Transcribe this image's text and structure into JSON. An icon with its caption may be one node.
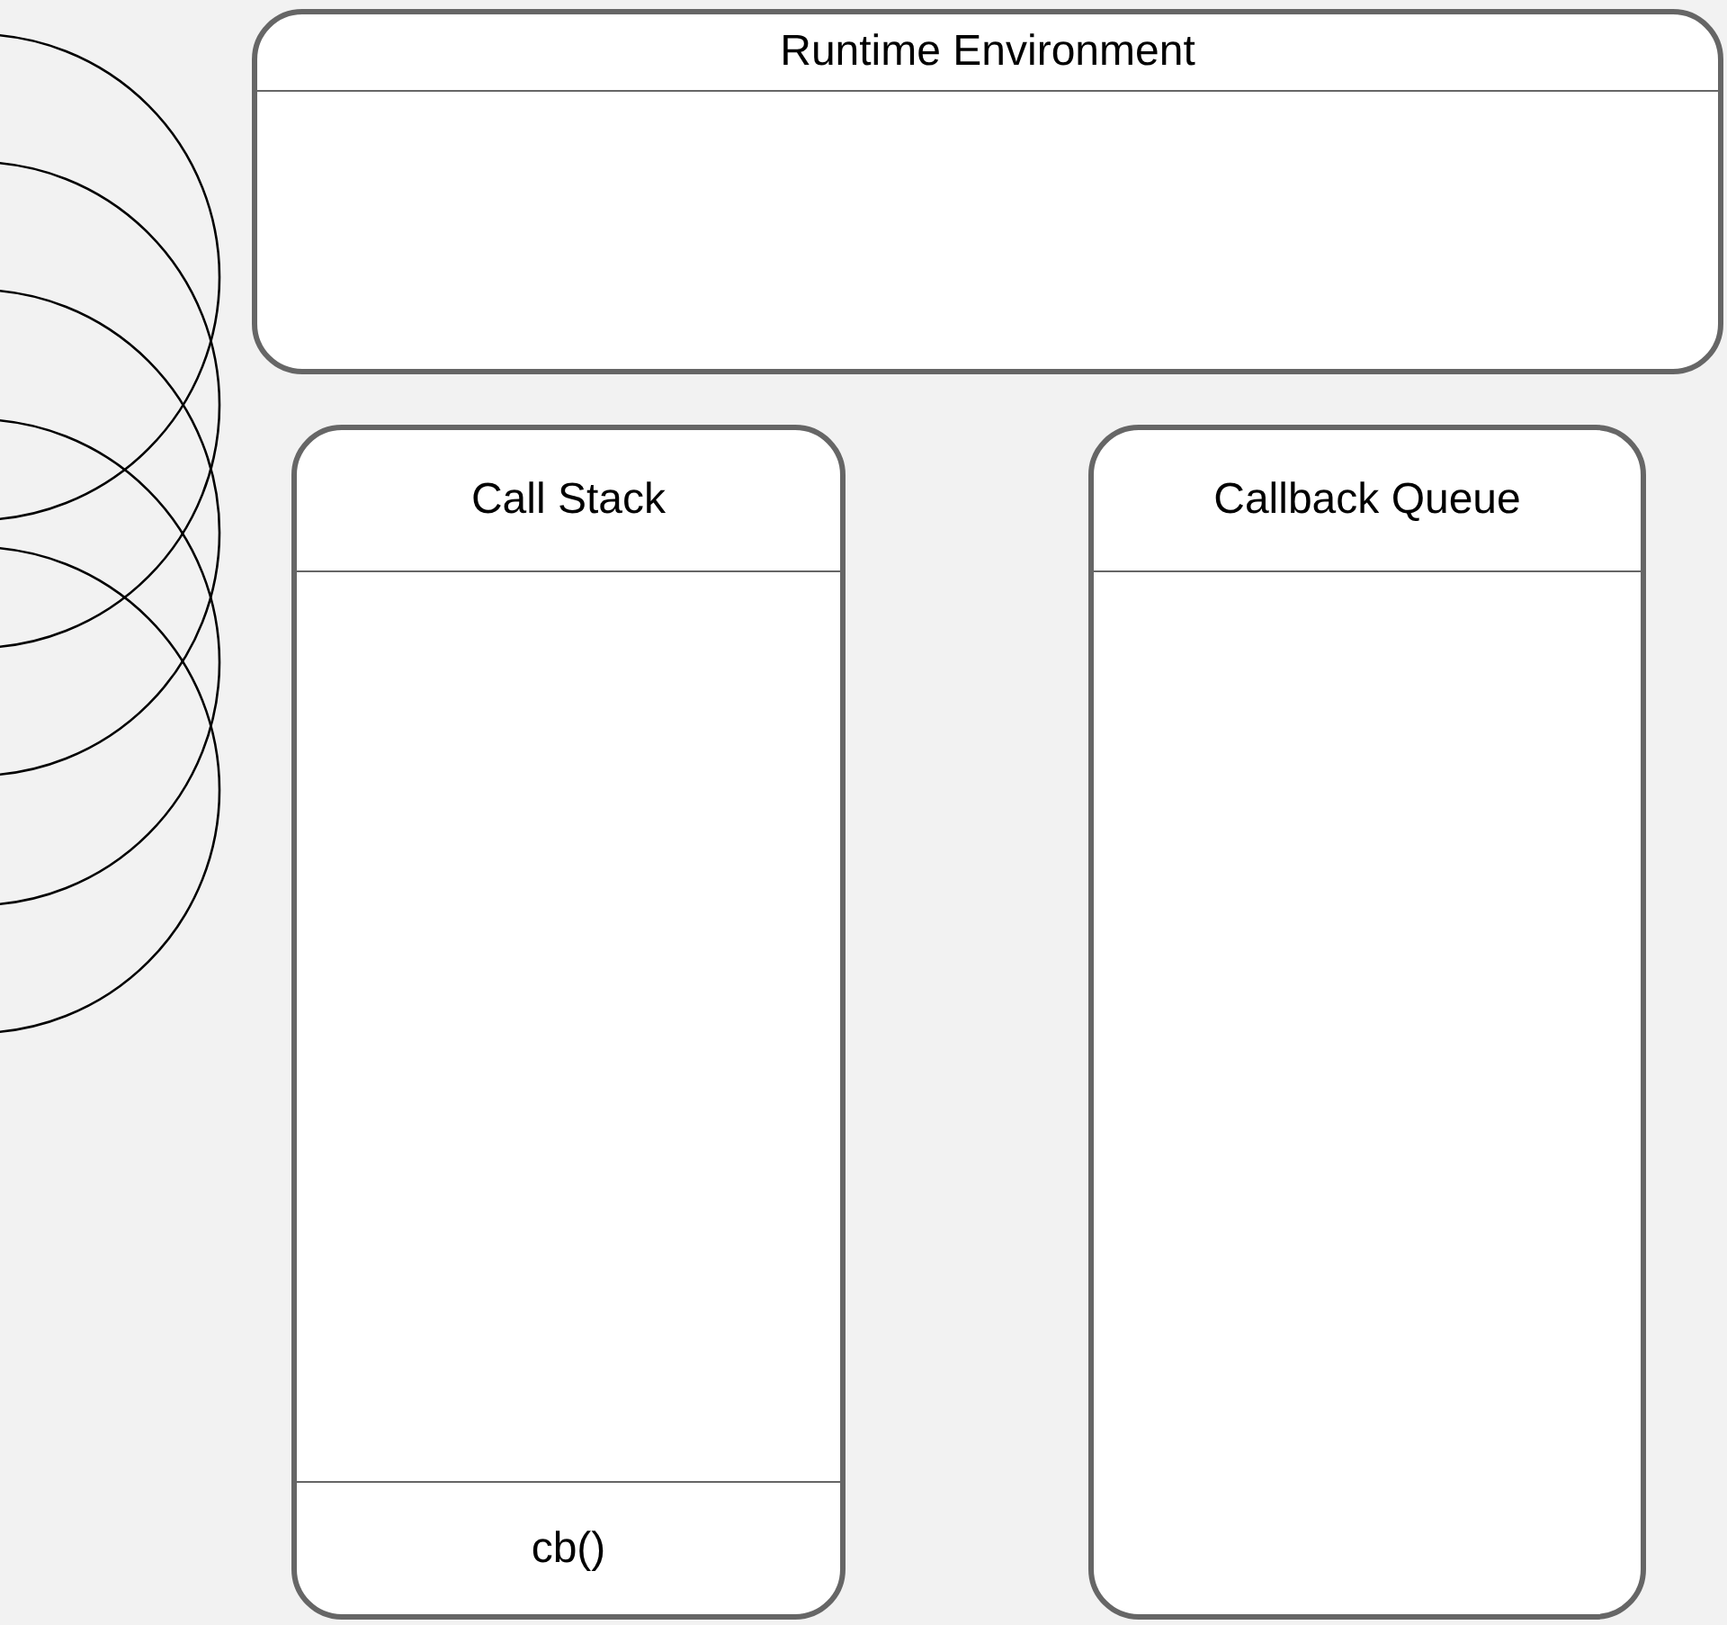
{
  "diagram": {
    "nodes": [
      {
        "text": [],
        "shape": "circle"
      },
      {
        "text": [],
        "shape": "circle"
      },
      {
        "text": [],
        "shape": "circle"
      },
      {
        "text": [],
        "shape": "circle"
      },
      {
        "text": [],
        "shape": "circle"
      },
      {
        "text": [
          "Runtime Environment"
        ]
      },
      {
        "text": [
          "Call Stack"
        ]
      },
      {
        "text": [
          "cb()"
        ],
        "in": 6
      },
      {
        "text": [
          "Callback Queue"
        ]
      }
    ],
    "edges": []
  }
}
